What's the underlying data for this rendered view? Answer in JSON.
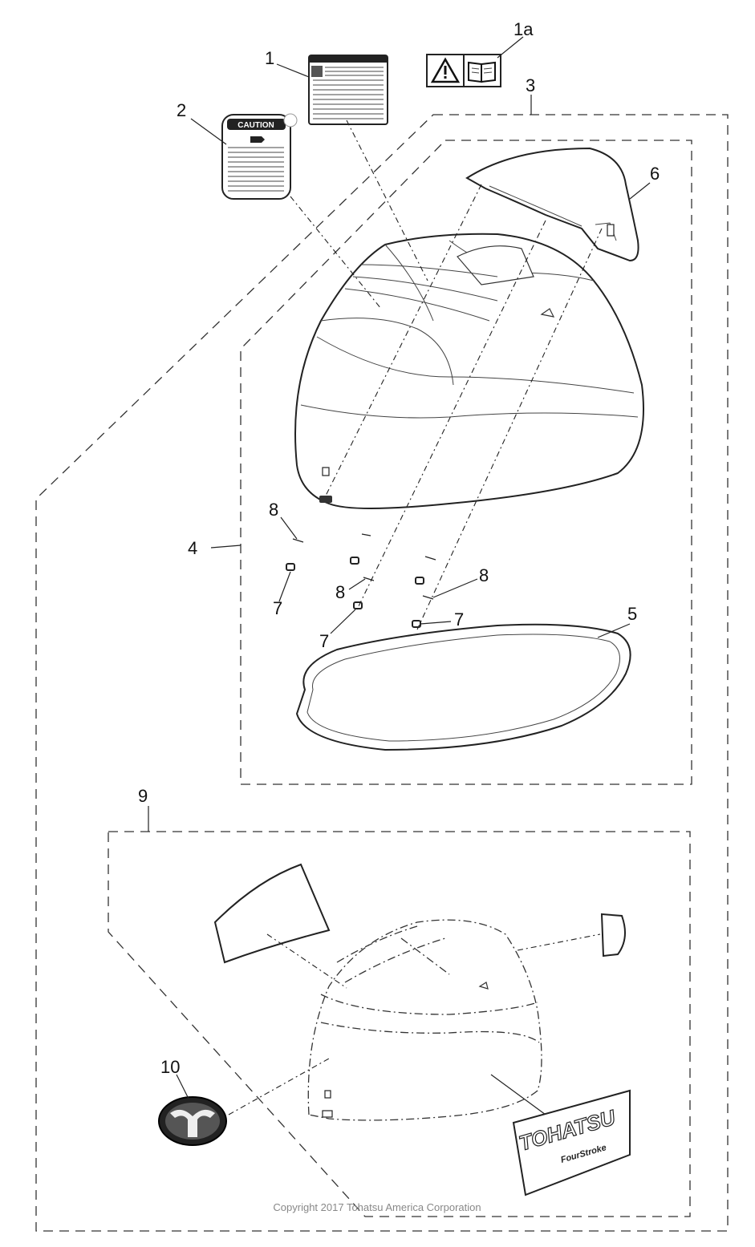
{
  "callouts": {
    "c1": "1",
    "c1a": "1a",
    "c2": "2",
    "c3": "3",
    "c4": "4",
    "c5": "5",
    "c6": "6",
    "c7a": "7",
    "c7b": "7",
    "c7c": "7",
    "c8a": "8",
    "c8b": "8",
    "c8c": "8",
    "c9": "9",
    "c10": "10"
  },
  "labels": {
    "caution_title": "CAUTION",
    "decal_brand": "TOHATSU",
    "decal_sub": "FourStroke"
  },
  "icons": [
    "warning-triangle-icon",
    "manual-book-icon",
    "oil-can-icon",
    "tohatsu-emblem-icon"
  ],
  "footer": {
    "copyright": "Copyright 2017 Tohatsu America Corporation"
  }
}
